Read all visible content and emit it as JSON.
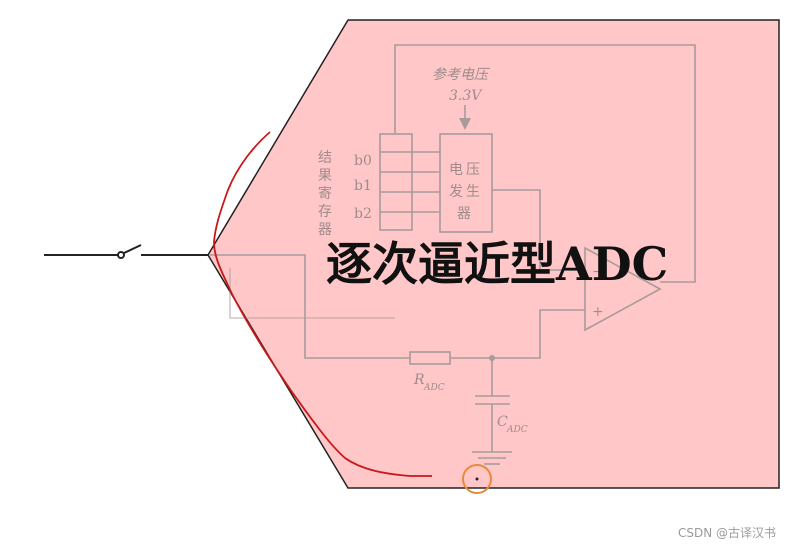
{
  "title": "逐次逼近型ADC",
  "reference": {
    "label": "参考电压",
    "value": "3.3V"
  },
  "register": {
    "label_chars": [
      "结",
      "果",
      "寄",
      "存",
      "器"
    ],
    "bits": [
      "b0",
      "b1",
      "b2"
    ]
  },
  "generator": {
    "label_chars": [
      "电",
      "压",
      "发",
      "生",
      "器"
    ]
  },
  "comparator": {
    "plus_sign": "+",
    "minus_sign": "−"
  },
  "resistor": {
    "label": "R",
    "subscript": "ADC"
  },
  "capacitor": {
    "label": "C",
    "subscript": "ADC"
  },
  "watermark": "CSDN @古译汉书",
  "colors": {
    "highlight_fill": "#ffc7c7",
    "highlight_stroke": "#222222",
    "annotation_red": "#c81818",
    "annotation_orange": "#e88a3a",
    "circuit_gray": "#a79b9b"
  }
}
